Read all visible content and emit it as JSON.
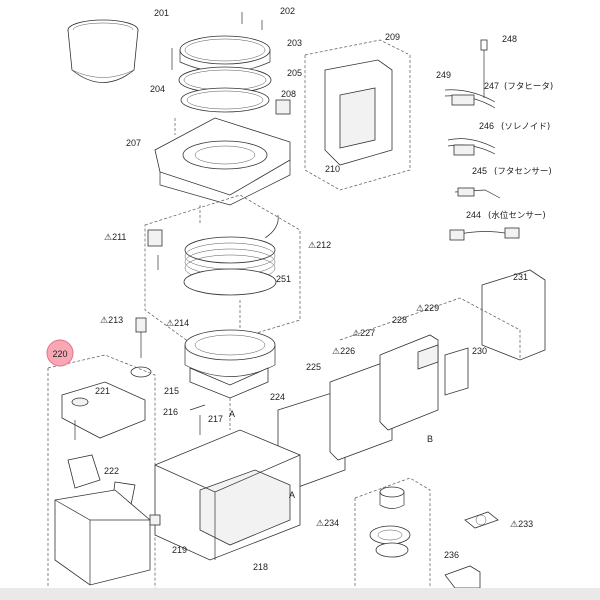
{
  "diagram": {
    "highlight": {
      "label": "220",
      "color": "#f7a8b4"
    },
    "parts": [
      {
        "id": "p201",
        "label": "201"
      },
      {
        "id": "p202",
        "label": "202"
      },
      {
        "id": "p203",
        "label": "203"
      },
      {
        "id": "p204",
        "label": "204"
      },
      {
        "id": "p205",
        "label": "205"
      },
      {
        "id": "p207",
        "label": "207"
      },
      {
        "id": "p208",
        "label": "208"
      },
      {
        "id": "p209",
        "label": "209"
      },
      {
        "id": "p210",
        "label": "210"
      },
      {
        "id": "p211",
        "label": "⚠211"
      },
      {
        "id": "p212",
        "label": "⚠212"
      },
      {
        "id": "p213",
        "label": "⚠213"
      },
      {
        "id": "p214",
        "label": "⚠214"
      },
      {
        "id": "p215",
        "label": "215"
      },
      {
        "id": "p216",
        "label": "216"
      },
      {
        "id": "p217",
        "label": "217"
      },
      {
        "id": "p218",
        "label": "218"
      },
      {
        "id": "p219",
        "label": "219"
      },
      {
        "id": "p221",
        "label": "221"
      },
      {
        "id": "p222",
        "label": "222"
      },
      {
        "id": "p224",
        "label": "224"
      },
      {
        "id": "p225",
        "label": "225"
      },
      {
        "id": "p226",
        "label": "⚠226"
      },
      {
        "id": "p227",
        "label": "⚠227"
      },
      {
        "id": "p228",
        "label": "228"
      },
      {
        "id": "p229",
        "label": "⚠229"
      },
      {
        "id": "p230",
        "label": "230"
      },
      {
        "id": "p231",
        "label": "231"
      },
      {
        "id": "p233",
        "label": "⚠233"
      },
      {
        "id": "p234",
        "label": "⚠234"
      },
      {
        "id": "p236",
        "label": "236"
      },
      {
        "id": "p244",
        "label": "244"
      },
      {
        "id": "p244n",
        "label": "(水位センサー)"
      },
      {
        "id": "p245",
        "label": "245"
      },
      {
        "id": "p245n",
        "label": "(フタセンサー)"
      },
      {
        "id": "p246",
        "label": "246"
      },
      {
        "id": "p246n",
        "label": "(ソレノイド)"
      },
      {
        "id": "p247",
        "label": "247"
      },
      {
        "id": "p247n",
        "label": "(フタヒータ)"
      },
      {
        "id": "p248",
        "label": "248"
      },
      {
        "id": "p249",
        "label": "249"
      },
      {
        "id": "p251",
        "label": "251"
      },
      {
        "id": "markA1",
        "label": "A"
      },
      {
        "id": "markA2",
        "label": "A"
      },
      {
        "id": "markB1",
        "label": "B"
      },
      {
        "id": "markB2",
        "label": "B"
      }
    ]
  }
}
